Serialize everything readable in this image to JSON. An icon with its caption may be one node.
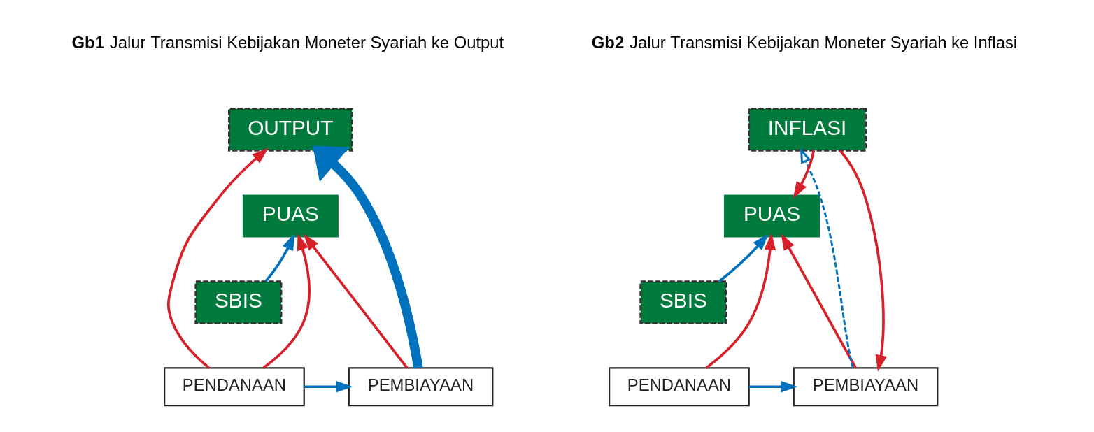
{
  "diagram": {
    "nodes": [
      {
        "text": [
          "SBIS"
        ]
      },
      {
        "text": [
          "PUAS"
        ]
      },
      {
        "text": [
          "PENDANAAN"
        ]
      },
      {
        "text": [
          "PEMBIAYAAN"
        ]
      },
      {
        "text": [
          "OUTPUT"
        ]
      },
      {
        "text": [
          "SBIS"
        ]
      },
      {
        "text": [
          "PUAS"
        ]
      },
      {
        "text": [
          "PENDANAAN"
        ]
      },
      {
        "text": [
          "PEMBIAYAAN"
        ]
      },
      {
        "text": [
          "INFLASI"
        ]
      }
    ],
    "edges": [
      {
        "from": 0,
        "to": 1,
        "arrow": "to",
        "color": "#0071bc"
      },
      {
        "from": 2,
        "to": 1,
        "arrow": "to"
      },
      {
        "from": 3,
        "to": 1,
        "arrow": "to"
      },
      {
        "from": 2,
        "to": 3,
        "arrow": "to",
        "color": "#0071bc"
      },
      {
        "from": 3,
        "to": 4,
        "arrow": "to",
        "style": "thick",
        "color": "#0071bc"
      },
      {
        "from": 2,
        "to": 4,
        "arrow": "to"
      },
      {
        "from": 5,
        "to": 6,
        "arrow": "to",
        "color": "#0071bc"
      },
      {
        "from": 7,
        "to": 6,
        "arrow": "to"
      },
      {
        "from": 8,
        "to": 6,
        "arrow": "to"
      },
      {
        "from": 7,
        "to": 8,
        "arrow": "to",
        "color": "#0071bc"
      },
      {
        "from": 9,
        "to": 6,
        "arrow": "to"
      },
      {
        "from": 9,
        "to": 8,
        "arrow": "to"
      },
      {
        "from": 8,
        "to": 9,
        "arrow": "to",
        "style": "dashed",
        "color": "#0071bc"
      }
    ],
    "labels": [
      "**Gb1** Jalur Transmisi Kebijakan Moneter Syariah ke Output",
      "**Gb2** Jalur Transmisi Kebijakan Moneter Syariah ke Inflasi"
    ]
  }
}
